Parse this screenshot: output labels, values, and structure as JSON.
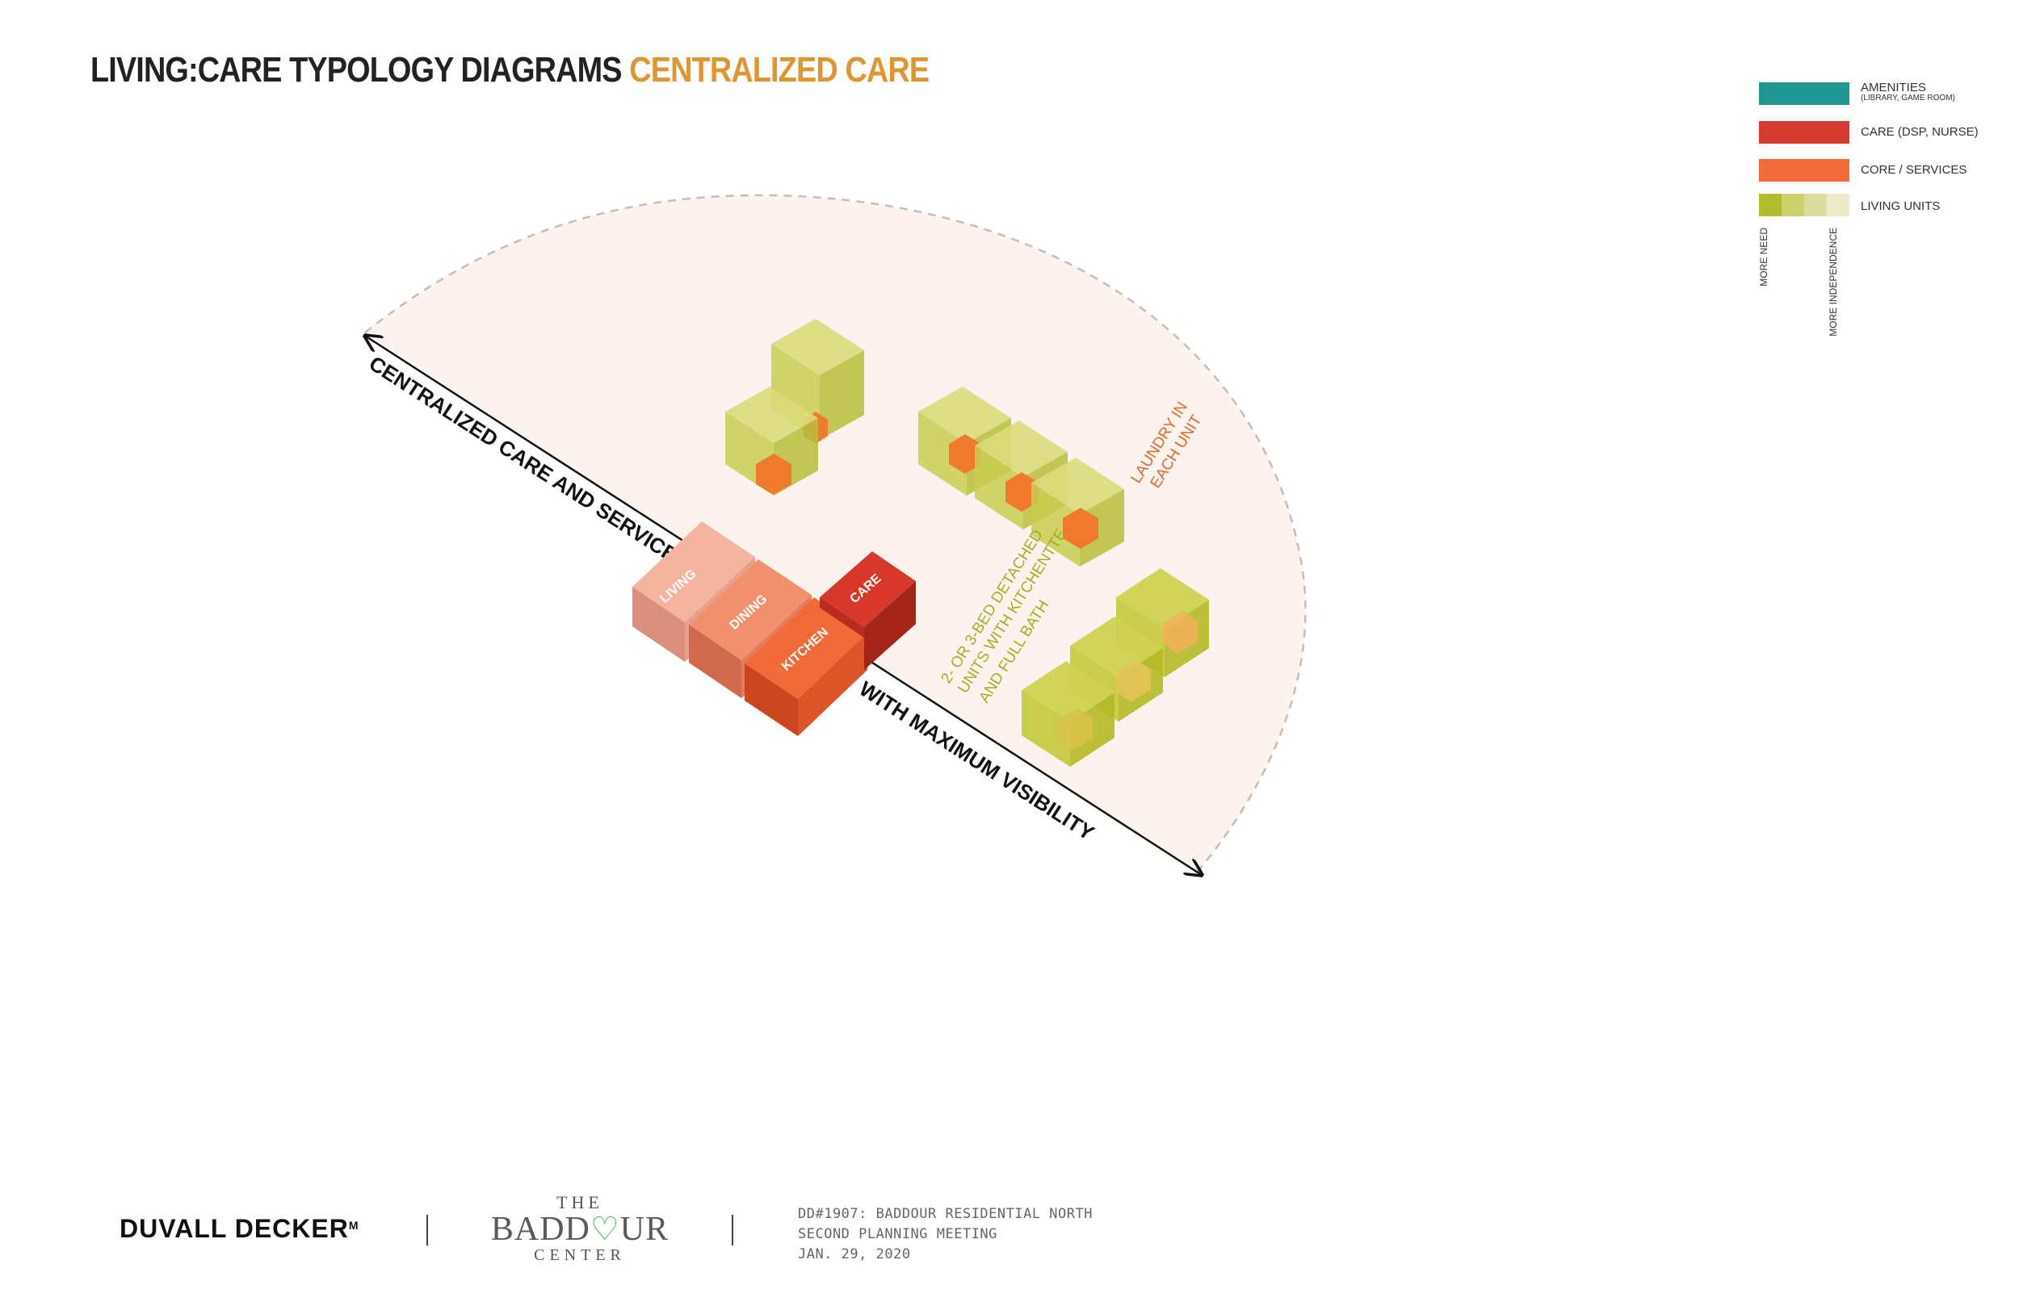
{
  "header": {
    "title_main": "LIVING:CARE TYPOLOGY DIAGRAMS ",
    "title_accent": "CENTRALIZED CARE"
  },
  "colors": {
    "amenities": "#1f9790",
    "care": "#d23b2e",
    "core_services": "#f26c3a",
    "living_need": "#b3bd2e",
    "living_mid1": "#cbd06a",
    "living_mid2": "#dcdd9c",
    "living_independence": "#ebebc9",
    "title_accent": "#e0952f",
    "arc_fill": "#fdf3ee"
  },
  "legend": {
    "items": [
      {
        "label": "AMENITIES",
        "sublabel": "(LIBRARY, GAME ROOM)"
      },
      {
        "label": "CARE (DSP, NURSE)",
        "sublabel": ""
      },
      {
        "label": "CORE / SERVICES",
        "sublabel": ""
      },
      {
        "label": "LIVING UNITS",
        "sublabel": ""
      }
    ],
    "scale_low": "MORE NEED",
    "scale_high": "MORE INDEPENDENCE"
  },
  "diagram": {
    "axis_upper_label": "CENTRALIZED CARE AND SERVICES",
    "axis_lower_label": "WITH MAXIMUM VISIBILITY",
    "block_living": "LIVING",
    "block_dining": "DINING",
    "block_kitchen": "KITCHEN",
    "block_care": "CARE",
    "laundry_line1": "LAUNDRY IN",
    "laundry_line2": "EACH UNIT",
    "units_line1": "2- OR 3-BED DETACHED",
    "units_line2": "UNITS WITH KITCHENTTE",
    "units_line3": "AND FULL BATH"
  },
  "footer": {
    "brand": "DUVALL DECKER",
    "brand_mark": "M",
    "logo_the": "THE",
    "logo_name_a": "BADD",
    "logo_name_b": "UR",
    "logo_center": "CENTER",
    "project_line1": "DD#1907: BADDOUR RESIDENTIAL NORTH",
    "project_line2": "SECOND PLANNING MEETING",
    "project_line3": "JAN. 29, 2020"
  }
}
